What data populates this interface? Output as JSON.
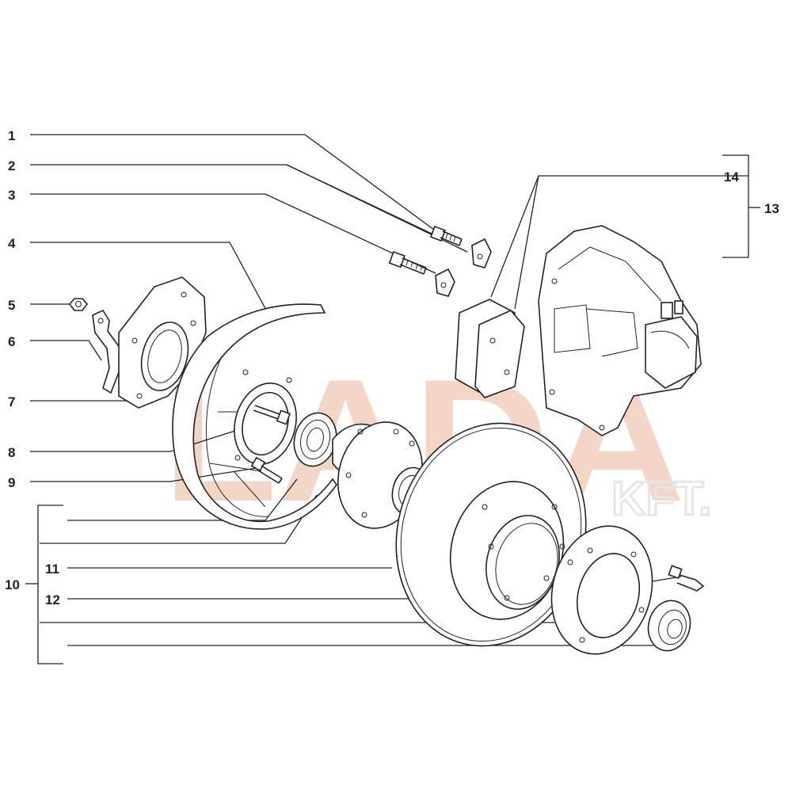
{
  "watermark": {
    "brand": "LADA",
    "sub": "KFT."
  },
  "callouts": [
    {
      "id": "c1",
      "text": "1"
    },
    {
      "id": "c2",
      "text": "2"
    },
    {
      "id": "c3",
      "text": "3"
    },
    {
      "id": "c4",
      "text": "4"
    },
    {
      "id": "c5",
      "text": "5"
    },
    {
      "id": "c6",
      "text": "6"
    },
    {
      "id": "c7",
      "text": "7"
    },
    {
      "id": "c8",
      "text": "8"
    },
    {
      "id": "c9",
      "text": "9"
    },
    {
      "id": "c10",
      "text": "10"
    },
    {
      "id": "c11",
      "text": "11"
    },
    {
      "id": "c12",
      "text": "12"
    },
    {
      "id": "c13",
      "text": "13"
    },
    {
      "id": "c14",
      "text": "14"
    }
  ]
}
